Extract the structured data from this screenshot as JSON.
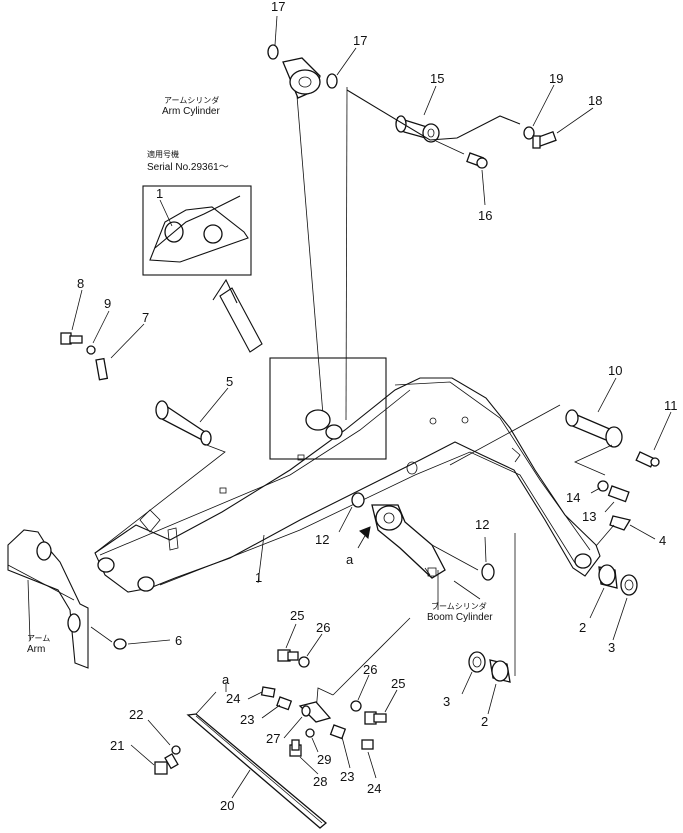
{
  "callouts": [
    {
      "id": "c17a",
      "text": "17"
    },
    {
      "id": "c17b",
      "text": "17"
    },
    {
      "id": "c15",
      "text": "15"
    },
    {
      "id": "c19",
      "text": "19"
    },
    {
      "id": "c18",
      "text": "18"
    },
    {
      "id": "c16",
      "text": "16"
    },
    {
      "id": "c8",
      "text": "8"
    },
    {
      "id": "c9",
      "text": "9"
    },
    {
      "id": "c7",
      "text": "7"
    },
    {
      "id": "c5",
      "text": "5"
    },
    {
      "id": "c10",
      "text": "10"
    },
    {
      "id": "c11",
      "text": "11"
    },
    {
      "id": "c14",
      "text": "14"
    },
    {
      "id": "c13",
      "text": "13"
    },
    {
      "id": "c4",
      "text": "4"
    },
    {
      "id": "c12a",
      "text": "12"
    },
    {
      "id": "c12b",
      "text": "12"
    },
    {
      "id": "c1main",
      "text": "1"
    },
    {
      "id": "c6",
      "text": "6"
    },
    {
      "id": "c2a",
      "text": "2"
    },
    {
      "id": "c3a",
      "text": "3"
    },
    {
      "id": "c3b",
      "text": "3"
    },
    {
      "id": "c2b",
      "text": "2"
    },
    {
      "id": "c25a",
      "text": "25"
    },
    {
      "id": "c26a",
      "text": "26"
    },
    {
      "id": "c26b",
      "text": "26"
    },
    {
      "id": "c25b",
      "text": "25"
    },
    {
      "id": "c24a",
      "text": "24"
    },
    {
      "id": "c23a",
      "text": "23"
    },
    {
      "id": "c27",
      "text": "27"
    },
    {
      "id": "c29",
      "text": "29"
    },
    {
      "id": "c23b",
      "text": "23"
    },
    {
      "id": "c24b",
      "text": "24"
    },
    {
      "id": "c28",
      "text": "28"
    },
    {
      "id": "c22",
      "text": "22"
    },
    {
      "id": "c21",
      "text": "21"
    },
    {
      "id": "c20",
      "text": "20"
    },
    {
      "id": "c1inset",
      "text": "1"
    }
  ],
  "labels": {
    "arm_cylinder_jp": "アームシリンダ",
    "arm_cylinder_en": "Arm Cylinder",
    "serial_jp": "適用号機",
    "serial_en": "Serial No.29361～",
    "boom_cylinder_jp": "ブームシリンダ",
    "boom_cylinder_en": "Boom Cylinder",
    "arm_jp": "アーム",
    "arm_en": "Arm",
    "ref_a1": "a",
    "ref_a2": "a"
  },
  "icons": [
    "boom-part",
    "arm-cylinder-part",
    "boom-cylinder-part",
    "arrow-up-icon"
  ]
}
